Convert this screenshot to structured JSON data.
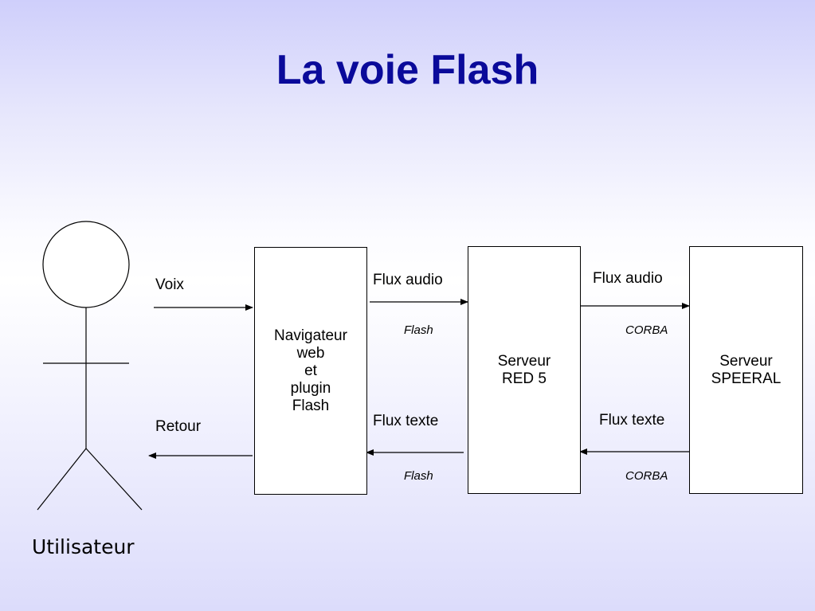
{
  "slide": {
    "title": "La voie Flash"
  },
  "actor": {
    "label": "Utilisateur"
  },
  "boxes": {
    "browser": "Navigateur\nweb\net\nplugin\nFlash",
    "red5": "Serveur\nRED 5",
    "speeral": "Serveur\nSPEERAL"
  },
  "flows": {
    "voice": "Voix",
    "return": "Retour",
    "audio_flash": {
      "label": "Flux audio",
      "protocol": "Flash"
    },
    "text_flash": {
      "label": "Flux texte",
      "protocol": "Flash"
    },
    "audio_corba": {
      "label": "Flux audio",
      "protocol": "CORBA"
    },
    "text_corba": {
      "label": "Flux texte",
      "protocol": "CORBA"
    }
  },
  "colors": {
    "title": "#0a0a9a",
    "lines": "#000000",
    "box_fill": "#ffffff"
  }
}
